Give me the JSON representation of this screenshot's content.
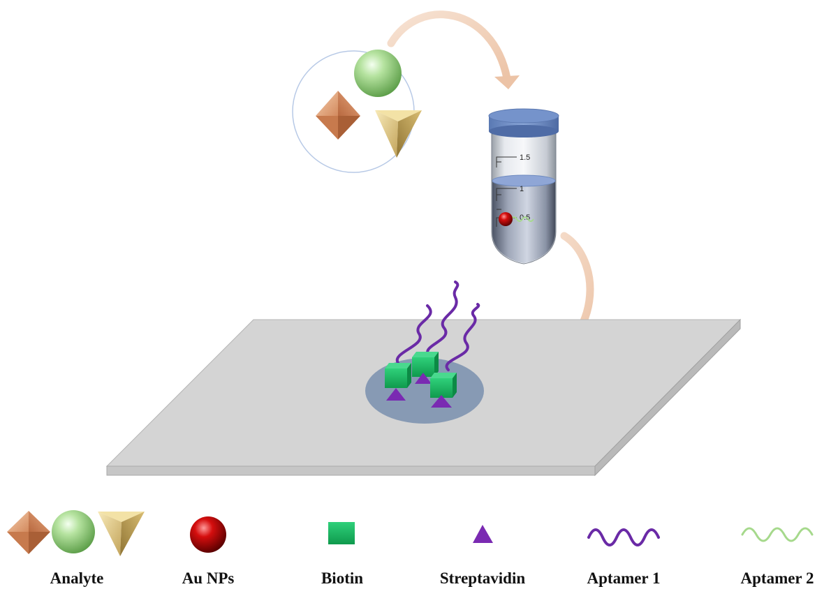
{
  "tube": {
    "tick_labels": [
      "1.5",
      "1",
      "0.5"
    ]
  },
  "legend": [
    {
      "key": "analyte",
      "label": "Analyte"
    },
    {
      "key": "au_nps",
      "label": "Au NPs"
    },
    {
      "key": "biotin",
      "label": "Biotin"
    },
    {
      "key": "streptavidin",
      "label": "Streptavidin"
    },
    {
      "key": "aptamer_1",
      "label": "Aptamer 1"
    },
    {
      "key": "aptamer_2",
      "label": "Aptamer 2"
    }
  ],
  "colors": {
    "analyte_sphere": "#a8d890",
    "analyte_octahedron": "#e3a67e",
    "analyte_tetrahedron": "#d8c17c",
    "au_nps": "#c40000",
    "biotin": "#1bb35f",
    "streptavidin": "#7a2ab2",
    "aptamer_1": "#6a2aa6",
    "aptamer_2": "#a6d98c",
    "tube_cap": "#6f8fc7",
    "tube_liquid": "#8fa6d6",
    "slide": "#d4d4d4",
    "spot": "#7e93b0",
    "flow_arrow": "#f1d2bc"
  }
}
